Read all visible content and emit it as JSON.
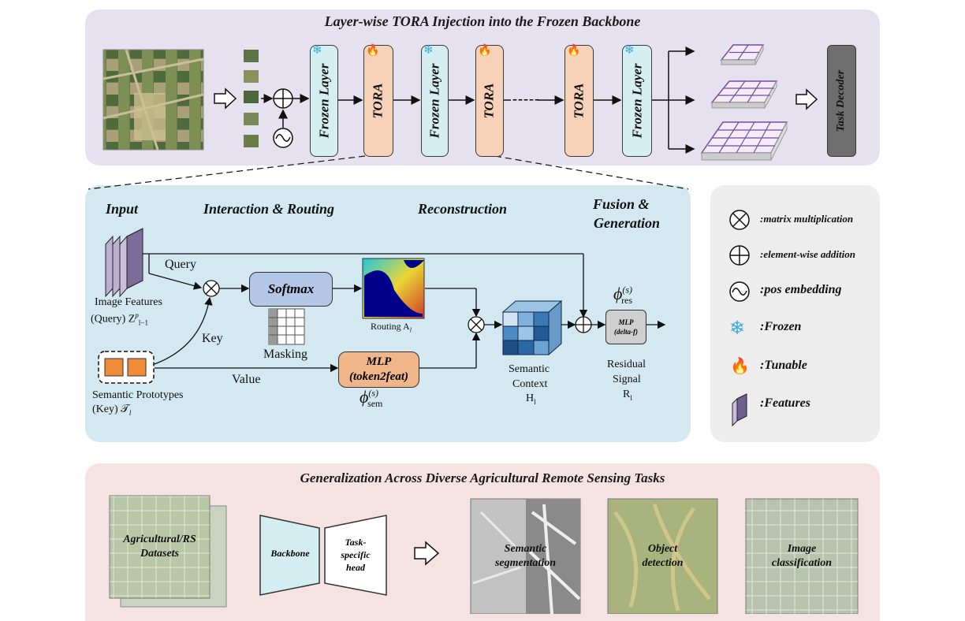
{
  "top": {
    "title": "Layer-wise TORA Injection into the Frozen Backbone",
    "frozen_label": "Frozen Layer",
    "tora_label": "TORA",
    "ellipsis": "-----",
    "decoder_label": "Task Decoder"
  },
  "middle": {
    "headers": {
      "input": "Input",
      "interaction": "Interaction & Routing",
      "reconstruction": "Reconstruction",
      "fusion_line1": "Fusion &",
      "fusion_line2": "Generation"
    },
    "query_label": "Query",
    "key_label": "Key",
    "value_label": "Value",
    "image_features_line1": "Image Features",
    "image_features_line2": "(Query) Z",
    "image_features_sup": "p",
    "image_features_sub": "l−1",
    "semantic_prototypes_line1": "Semantic Prototypes",
    "semantic_prototypes_line2": "(Key) 𝒯",
    "semantic_prototypes_sub": "l",
    "softmax_label": "Softmax",
    "masking_label": "Masking",
    "routing_label": "Routing A",
    "routing_sub": "l",
    "mlp_line1": "MLP",
    "mlp_line2": "(token2feat)",
    "phi_sem": "ϕ",
    "phi_sem_sup": "(s)",
    "phi_sem_sub": "sem",
    "semantic_context_line1": "Semantic",
    "semantic_context_line2": "Context",
    "semantic_context_line3": "H",
    "semantic_context_sub": "l",
    "mlp_small_line1": "MLP",
    "mlp_small_line2": "(delta-f)",
    "phi_res": "ϕ",
    "phi_res_sup": "(s)",
    "phi_res_sub": "res",
    "residual_line1": "Residual",
    "residual_line2": "Signal",
    "residual_line3": "R",
    "residual_sub": "l"
  },
  "legend": {
    "matrix": ":matrix multiplication",
    "addition": ":element-wise addition",
    "pos": ":pos embedding",
    "frozen": ":Frozen",
    "tunable": ":Tunable",
    "features": ":Features"
  },
  "bottom": {
    "title": "Generalization Across Diverse Agricultural Remote Sensing Tasks",
    "datasets_line1": "Agricultural/RS",
    "datasets_line2": "Datasets",
    "backbone": "Backbone",
    "head_line1": "Task-",
    "head_line2": "specific",
    "head_line3": "head",
    "seg_line1": "Semantic",
    "seg_line2": "segmentation",
    "det_line1": "Object",
    "det_line2": "detection",
    "cls_line1": "Image",
    "cls_line2": "classification"
  },
  "colors": {
    "top_panel": "#e6e1ee",
    "mid_panel": "#d3e8f0",
    "legend_panel": "#ededed",
    "bottom_panel": "#f5e2e2",
    "frozen": "#d4eef2",
    "tora": "#f7d2b8",
    "softmax": "#b4c7e7",
    "mlp": "#f0b68a",
    "decoder": "#6e6e6e"
  }
}
